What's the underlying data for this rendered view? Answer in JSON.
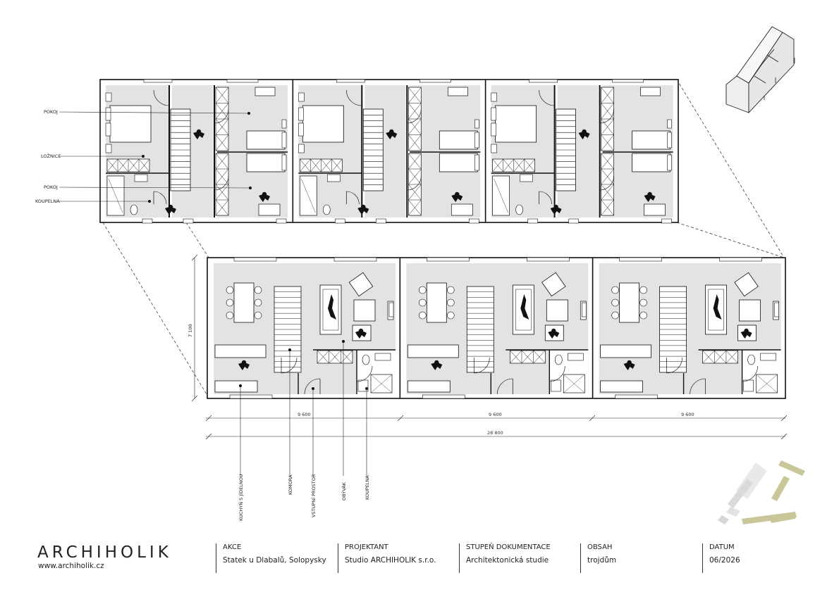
{
  "upper_labels": [
    "POKOJ",
    "LOŽNICE",
    "POKOJ",
    "KOUPELNA"
  ],
  "lower_labels": [
    "KUCHYŇ S JÍDELNOU",
    "KOMORA",
    "VSTUPNÍ PROSTOR",
    "OBÝVÁK",
    "KOUPELNA"
  ],
  "dimensions": {
    "height": "7 100",
    "unit_width": "9 600",
    "total_width": "28 800"
  },
  "brand": {
    "name": "ARCHIHOLIK",
    "url": "www.archiholik.cz"
  },
  "title_block": [
    {
      "key": "AKCE",
      "value": "Statek u Dlabalů, Solopysky"
    },
    {
      "key": "PROJEKTANT",
      "value": "Studio ARCHIHOLIK s.r.o."
    },
    {
      "key": "STUPEŇ DOKUMENTACE",
      "value": "Architektonická studie"
    },
    {
      "key": "OBSAH",
      "value": "trojdům"
    },
    {
      "key": "DATUM",
      "value": "06/2026"
    }
  ],
  "colors": {
    "room_fill": "#e3e3e3",
    "wall": "#111111",
    "accent": "#c9c69a"
  }
}
